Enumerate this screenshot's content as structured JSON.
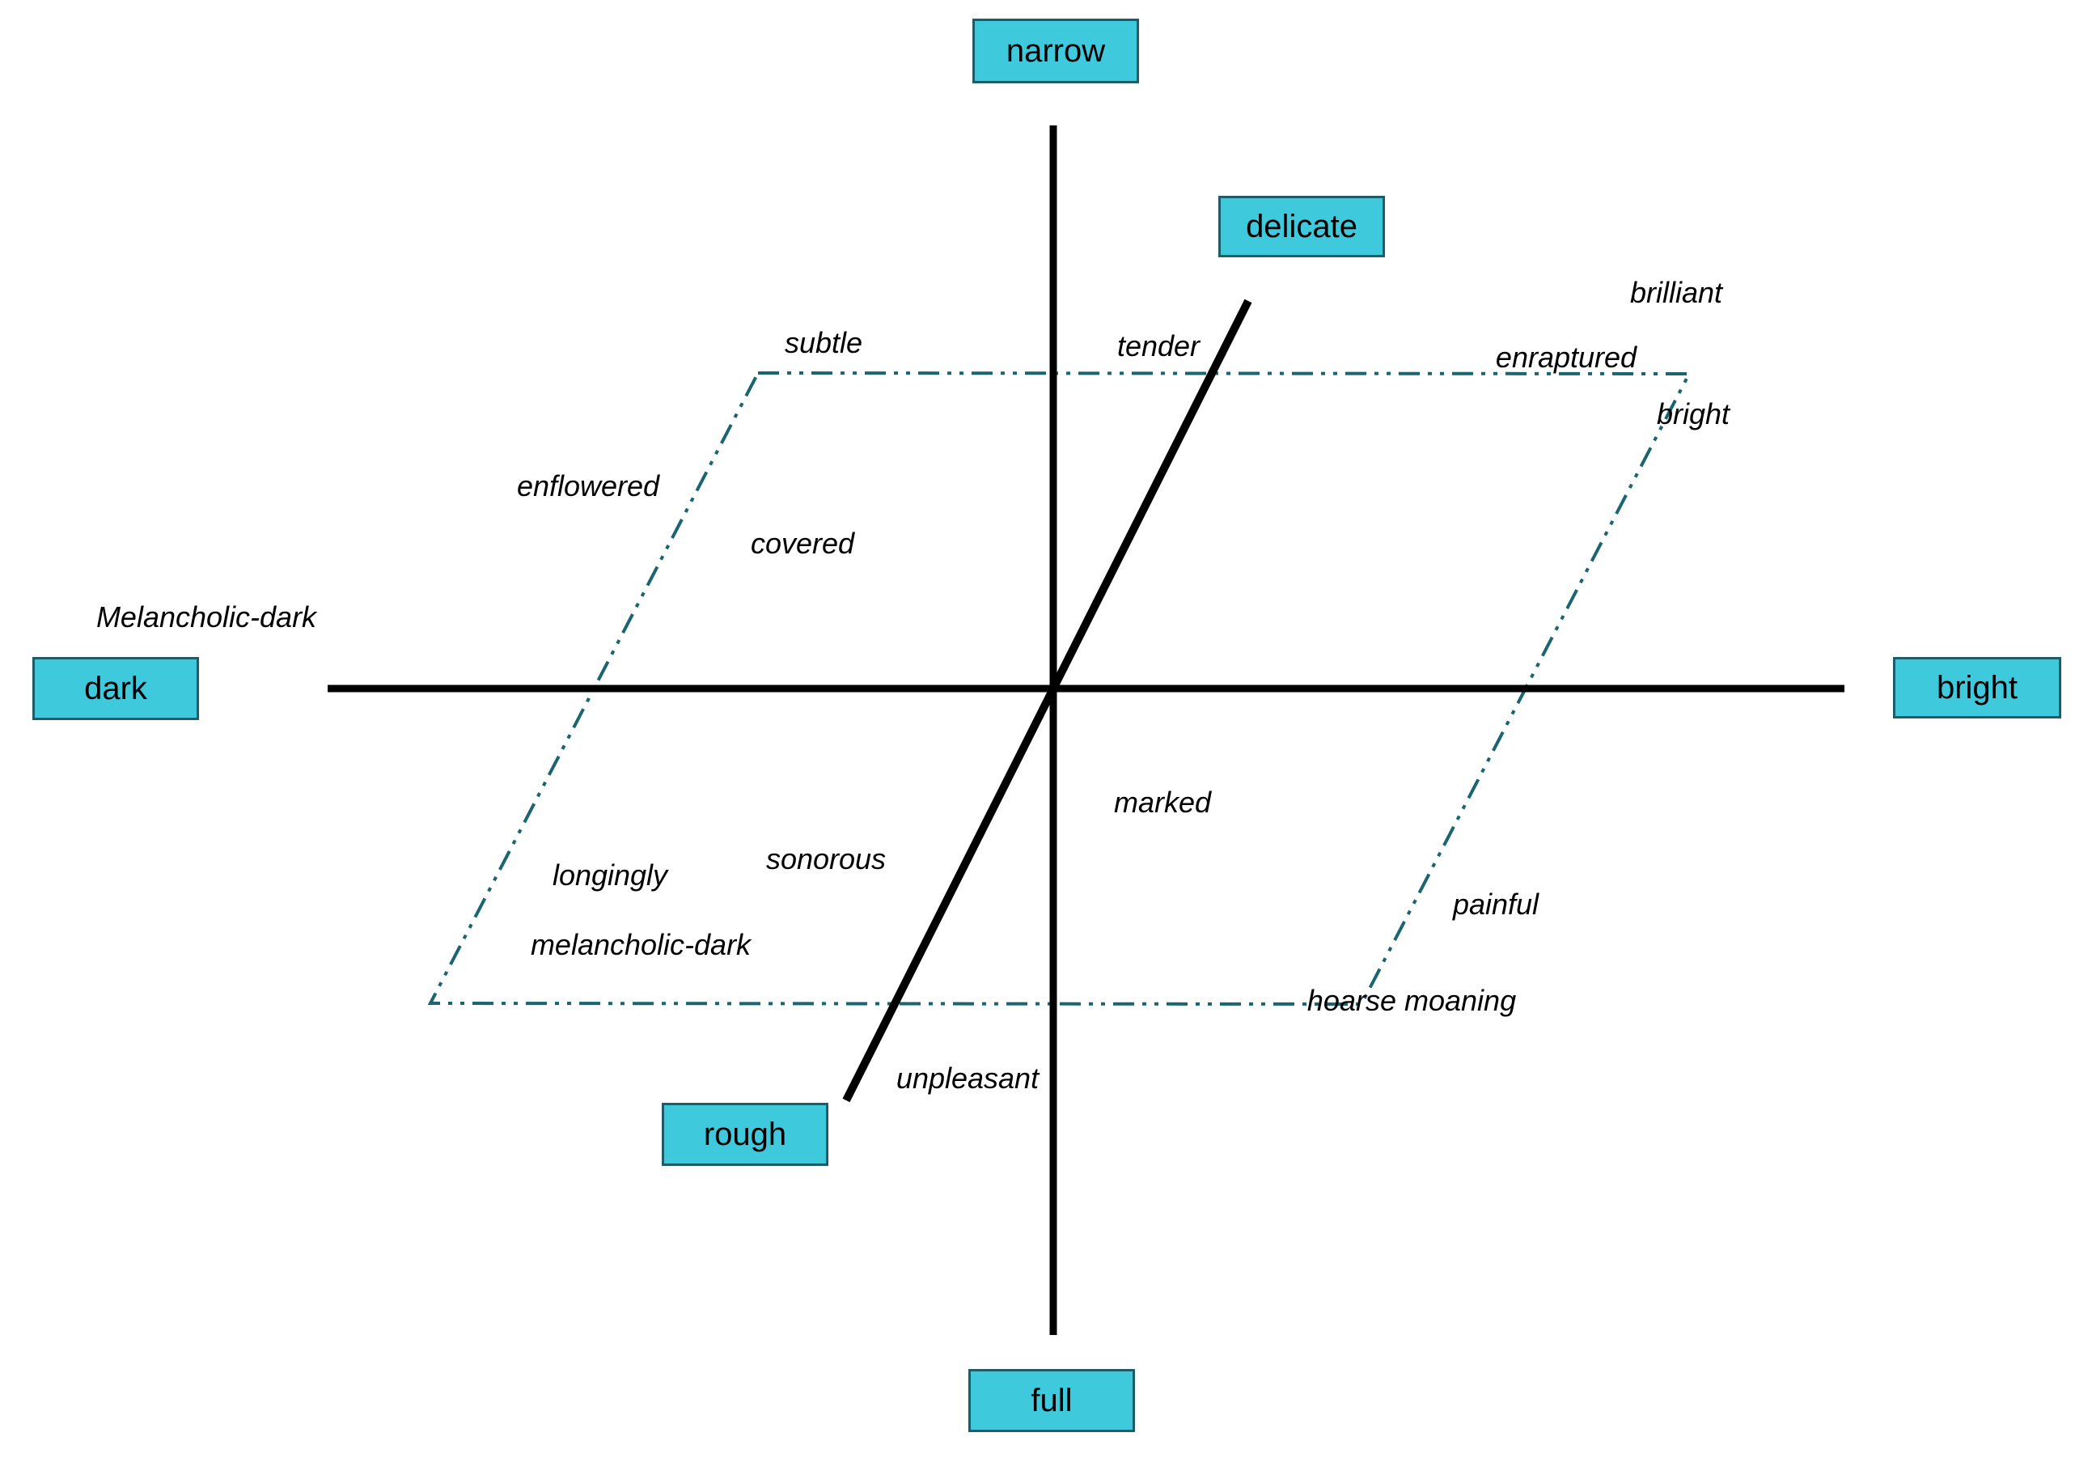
{
  "diagram": {
    "axis_boxes": {
      "narrow": "narrow",
      "full": "full",
      "dark": "dark",
      "bright": "bright",
      "delicate": "delicate",
      "rough": "rough"
    },
    "labels": {
      "subtle": "subtle",
      "tender": "tender",
      "brilliant": "brilliant",
      "enraptured": "enraptured",
      "bright_italic": "bright",
      "enflowered": "enflowered",
      "covered": "covered",
      "melancholic_dark_capital": "Melancholic-dark",
      "marked": "marked",
      "sonorous": "sonorous",
      "longingly": "longingly",
      "melancholic_dark": "melancholic-dark",
      "painful": "painful",
      "hoarse_moaning": "hoarse moaning",
      "unpleasant": "unpleasant"
    },
    "colors": {
      "box_fill": "#3EC9DC",
      "box_border": "#1C5D68",
      "dashed_line": "#1A6570",
      "axis_line": "#000000"
    }
  }
}
